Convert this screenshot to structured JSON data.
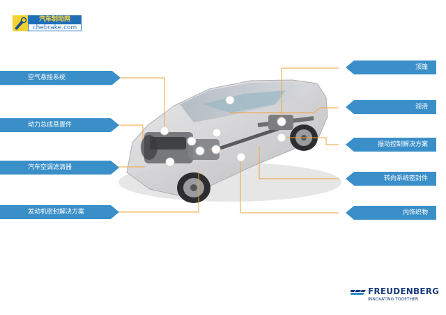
{
  "site_logo": {
    "name_cn": "汽车制动网",
    "domain": "chebrake.com"
  },
  "labels_left": [
    "空气悬挂系统",
    "动力总成悬置件",
    "汽车空调滤清器",
    "发动机密封解决方案"
  ],
  "labels_right": [
    "顶篷",
    "润滑",
    "振动控制解决方案",
    "转向系统密封件",
    "内饰织物"
  ],
  "brand": {
    "name": "FREUDENBERG",
    "tagline": "INNOVATING TOGETHER"
  },
  "colors": {
    "label_bg": "#3b8fc9",
    "leader_line": "#f2a23a",
    "brand_text": "#1a3d7c"
  }
}
